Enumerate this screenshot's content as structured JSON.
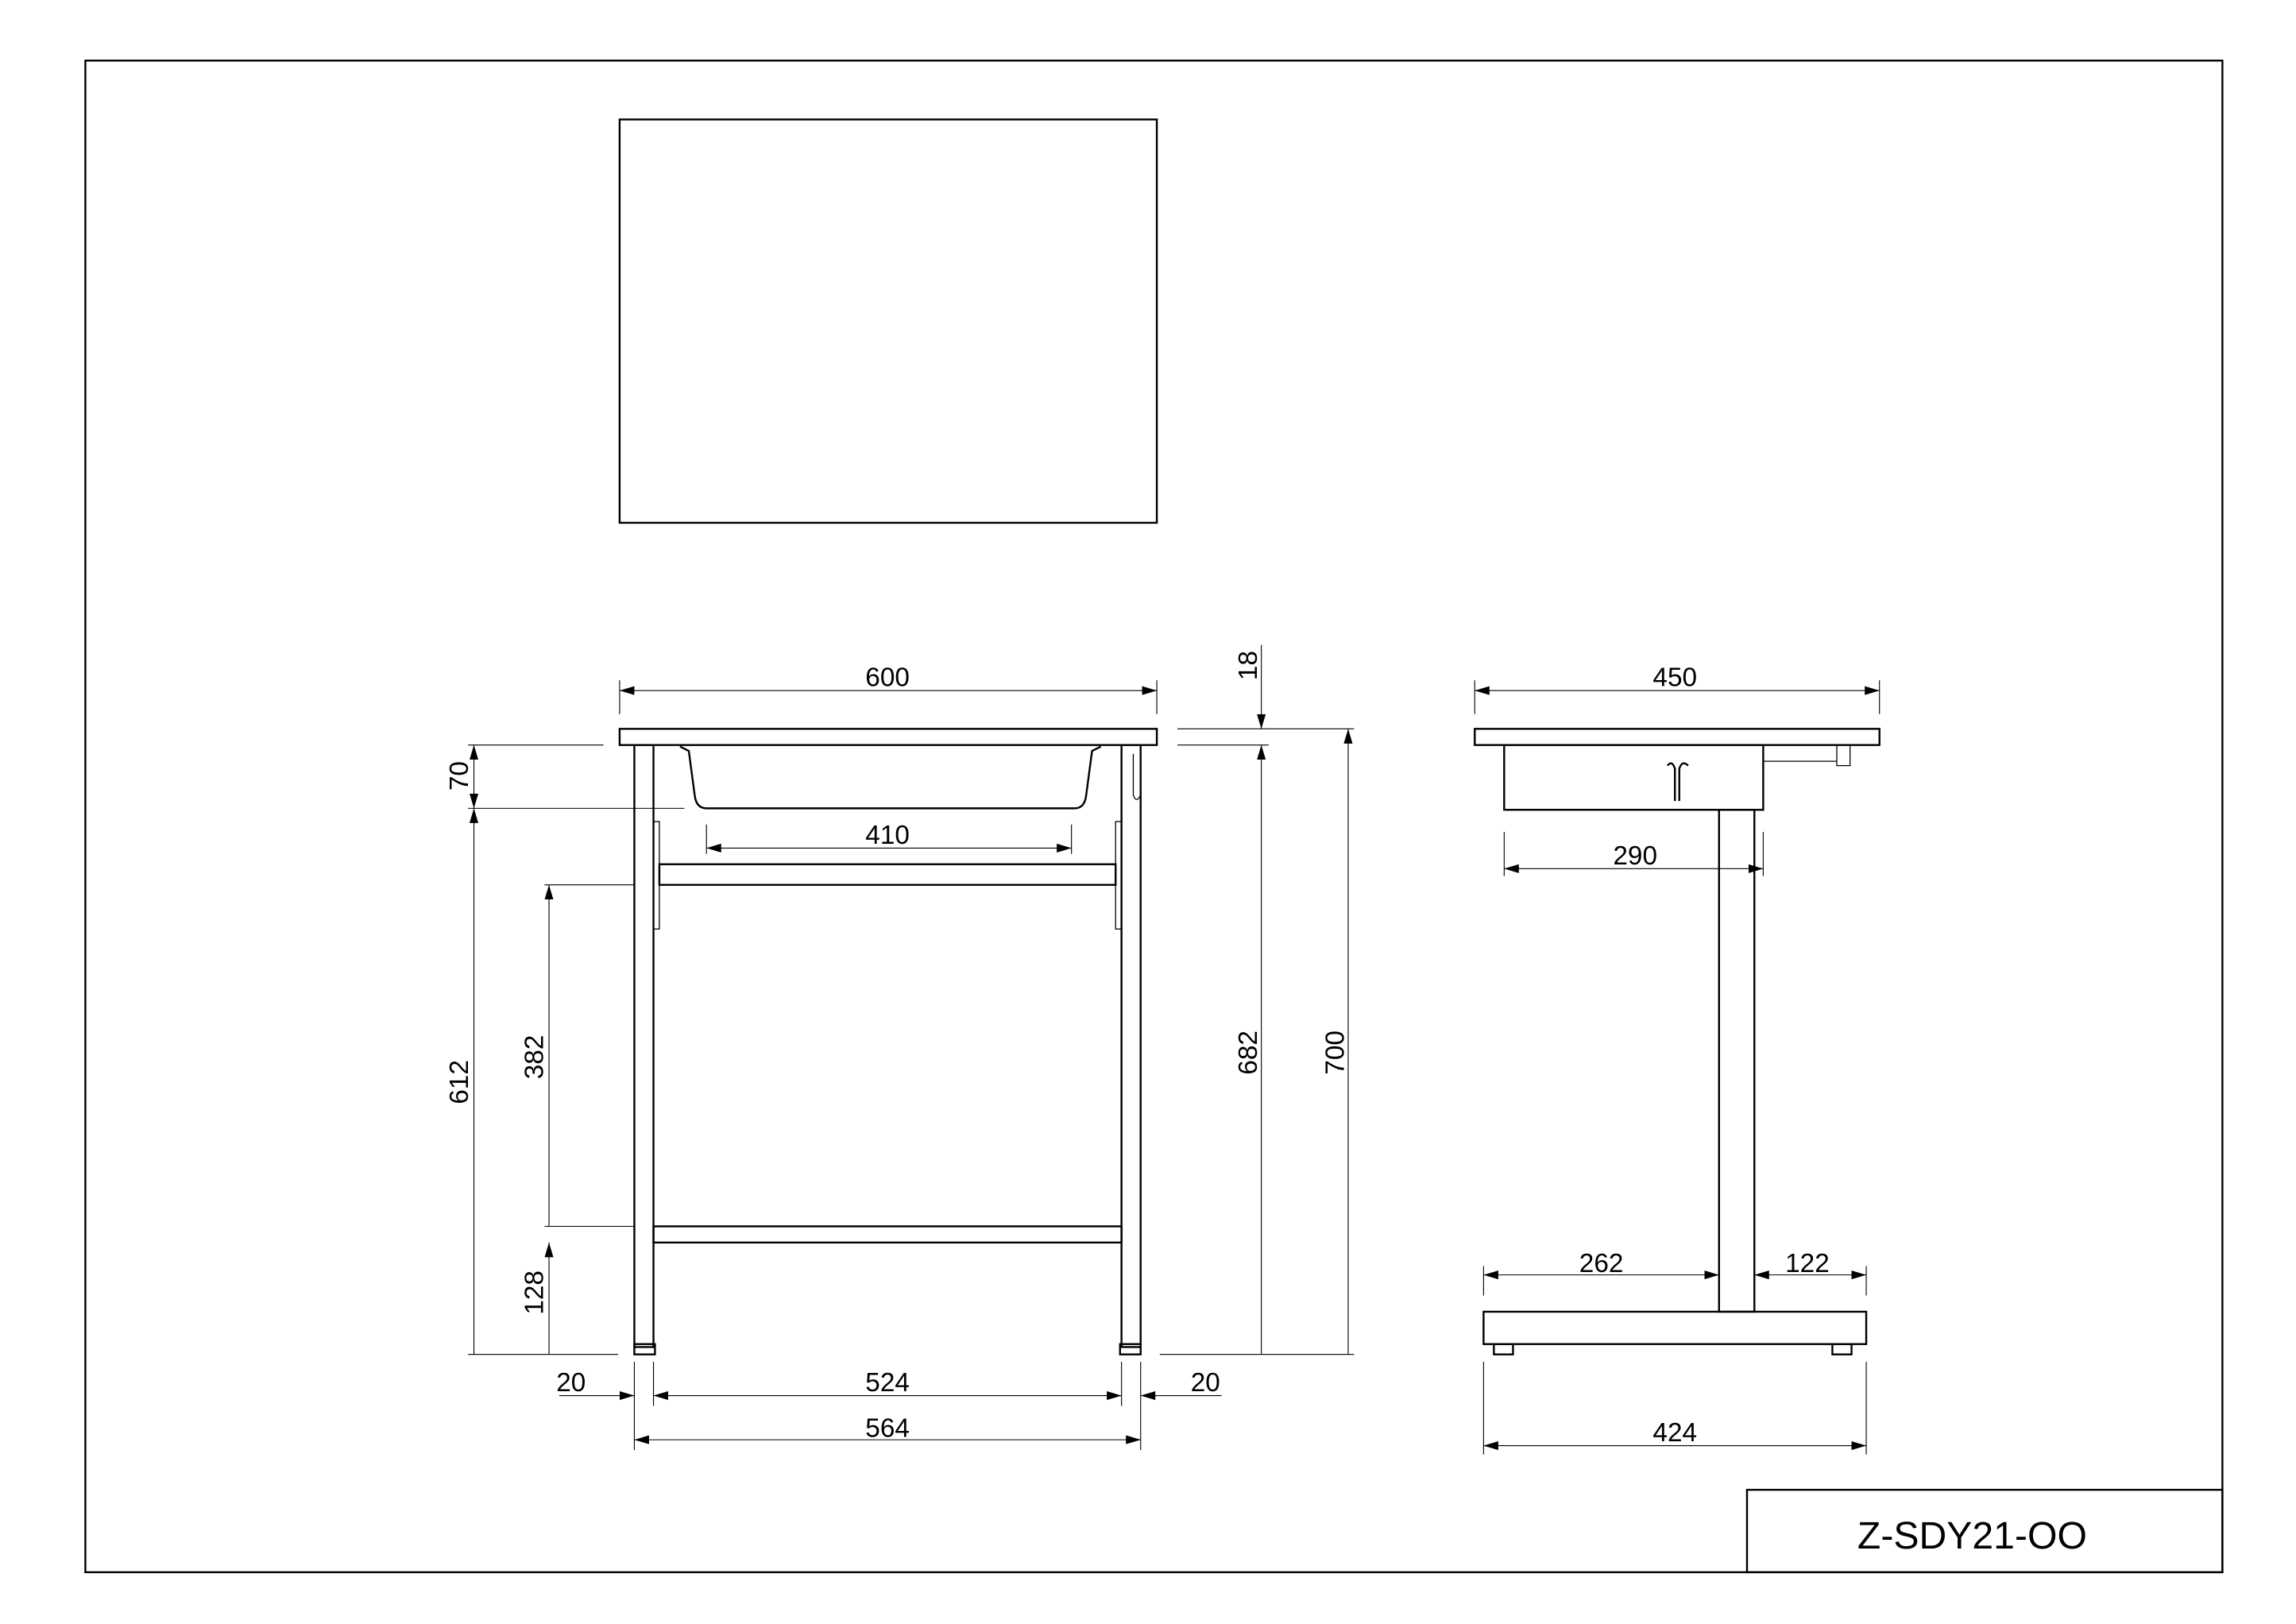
{
  "title_block": {
    "drawing_number": "Z-SDY21-OO"
  },
  "front_view": {
    "dimensions": {
      "top_width": "600",
      "top_thickness": "18",
      "tray_depth": "70",
      "tray_width": "410",
      "under_tray_height": "612",
      "crossbar_spacing": "382",
      "lower_crossbar_height": "128",
      "leg_height": "682",
      "total_height": "700",
      "left_offset": "20",
      "inner_leg_span": "524",
      "right_offset": "20",
      "outer_leg_span": "564"
    }
  },
  "side_view": {
    "dimensions": {
      "top_depth": "450",
      "drawer_depth": "290",
      "base_front": "262",
      "base_back": "122",
      "base_length": "424"
    }
  }
}
